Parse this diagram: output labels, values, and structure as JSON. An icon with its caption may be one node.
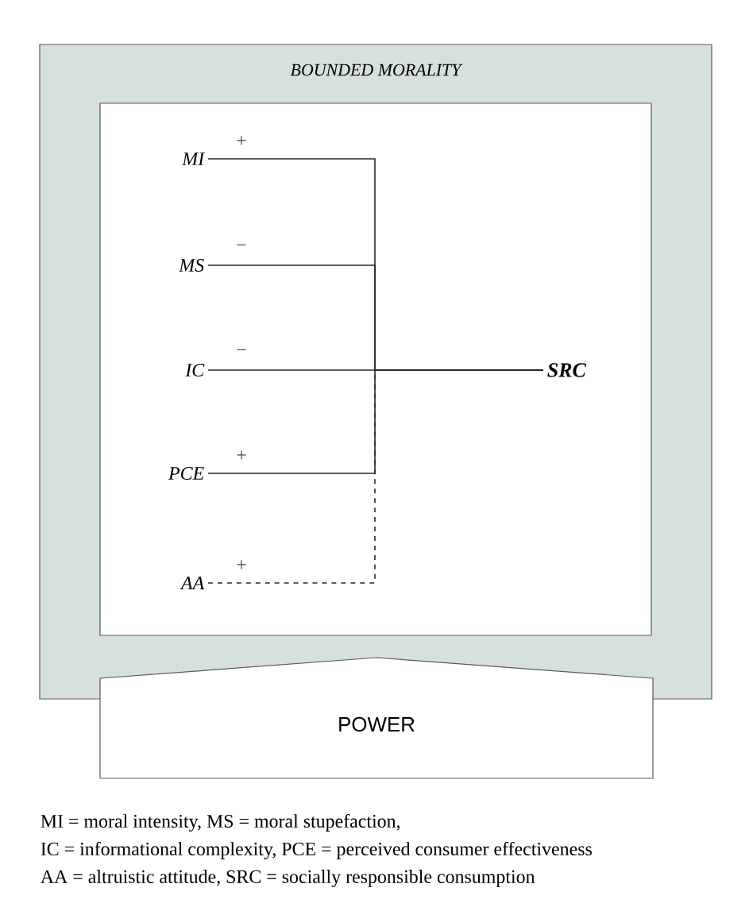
{
  "diagram": {
    "nodes": [
      {
        "text": [
          "BOUNDED MORALITY"
        ]
      },
      {
        "text": [],
        "shape": "box",
        "in": 0
      },
      {
        "text": [
          "MI"
        ],
        "in": 1
      },
      {
        "text": [
          "MS"
        ],
        "in": 1
      },
      {
        "text": [
          "IC"
        ],
        "in": 1
      },
      {
        "text": [
          "PCE"
        ],
        "in": 1
      },
      {
        "text": [
          "AA"
        ],
        "in": 1
      },
      {
        "text": [
          "SRC"
        ],
        "in": 1
      },
      {
        "text": [
          "POWER"
        ]
      }
    ],
    "edges": [
      {
        "from": 2,
        "to": 7,
        "arrow": "none",
        "label": "+"
      },
      {
        "from": 3,
        "to": 7,
        "arrow": "none",
        "label": "−"
      },
      {
        "from": 4,
        "to": 7,
        "arrow": "none",
        "label": "−"
      },
      {
        "from": 5,
        "to": 7,
        "arrow": "none",
        "label": "+"
      },
      {
        "from": 6,
        "to": 7,
        "arrow": "none",
        "label": "+",
        "style": "dashed"
      }
    ],
    "labels": [
      "MI = moral intensity, MS = moral stupefaction,",
      "IC = informational complexity, PCE = perceived consumer effectiveness",
      "AA = altruistic attitude, SRC = socially responsible consumption"
    ]
  }
}
